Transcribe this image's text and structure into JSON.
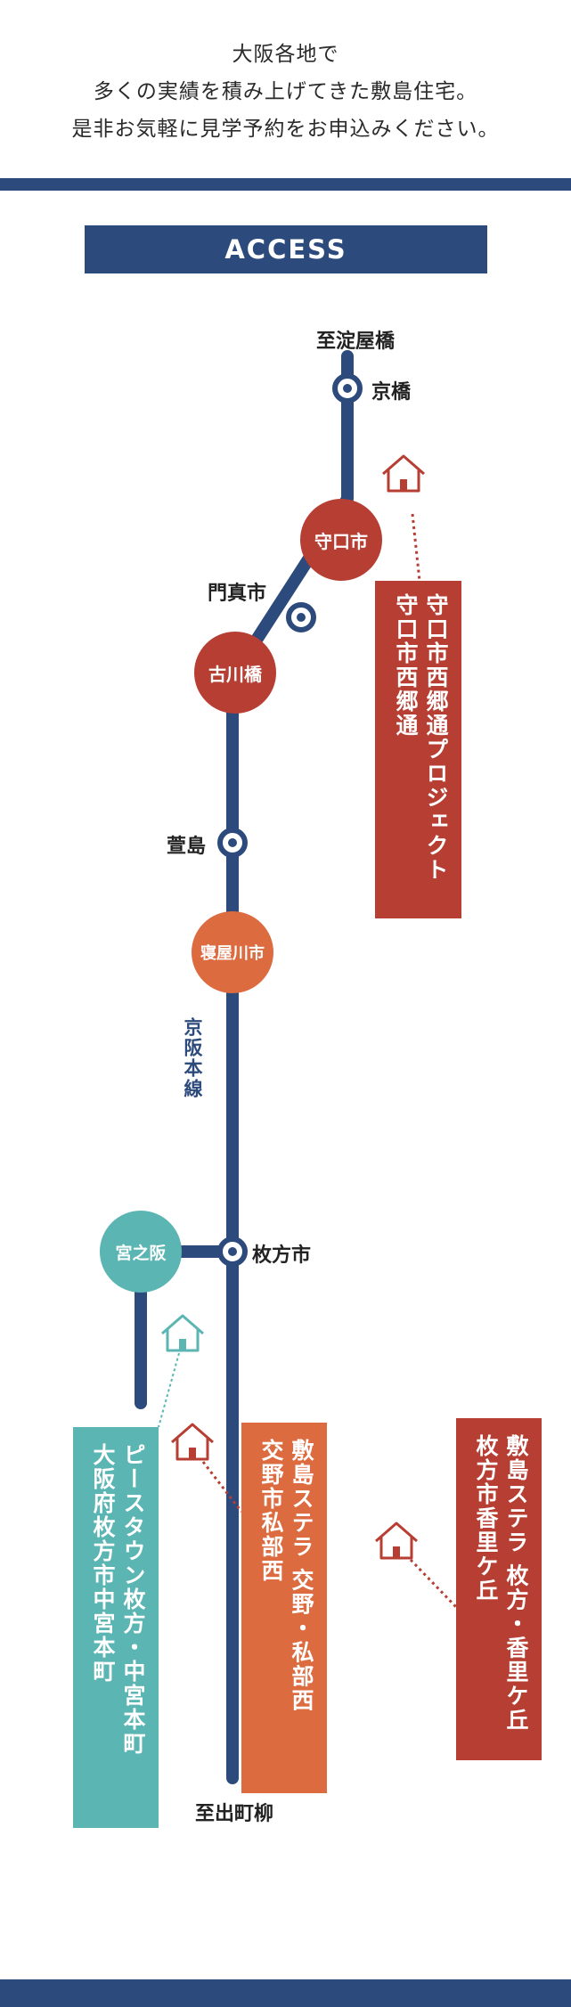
{
  "intro": {
    "lines": [
      "大阪各地で",
      "多くの実績を積み上げてきた敷島住宅。",
      "是非お気軽に見学予約をお申込みください。"
    ]
  },
  "access_title": "ACCESS",
  "route": {
    "top_terminus": "至淀屋橋",
    "bottom_terminus": "至出町柳",
    "line_name": "京阪本線",
    "stations": {
      "kyobashi": "京橋",
      "moriguchi": "守口市",
      "kadoma": "門真市",
      "furukawabashi": "古川橋",
      "kayashima": "萱島",
      "neyagawa": "寝屋川市",
      "hirakata": "枚方市",
      "miyanosaka": "宮之阪"
    }
  },
  "properties": [
    {
      "name": "守口市西郷通プロジェクト",
      "address": "守口市西郷通",
      "color": "#b73e33"
    },
    {
      "name": "ピースタウン枚方・中宮本町",
      "address": "大阪府枚方市中宮本町",
      "color": "#5bb5b3"
    },
    {
      "name": "敷島ステラ 交野・私部西",
      "address": "交野市私部西",
      "color": "#dd6b40"
    },
    {
      "name": "敷島ステラ 枚方・香里ケ丘",
      "address": "枚方市香里ケ丘",
      "color": "#b73e33"
    }
  ],
  "colors": {
    "navy": "#2c4a7c",
    "red": "#b73e33",
    "orange": "#dd6b40",
    "teal": "#5bb5b3"
  }
}
